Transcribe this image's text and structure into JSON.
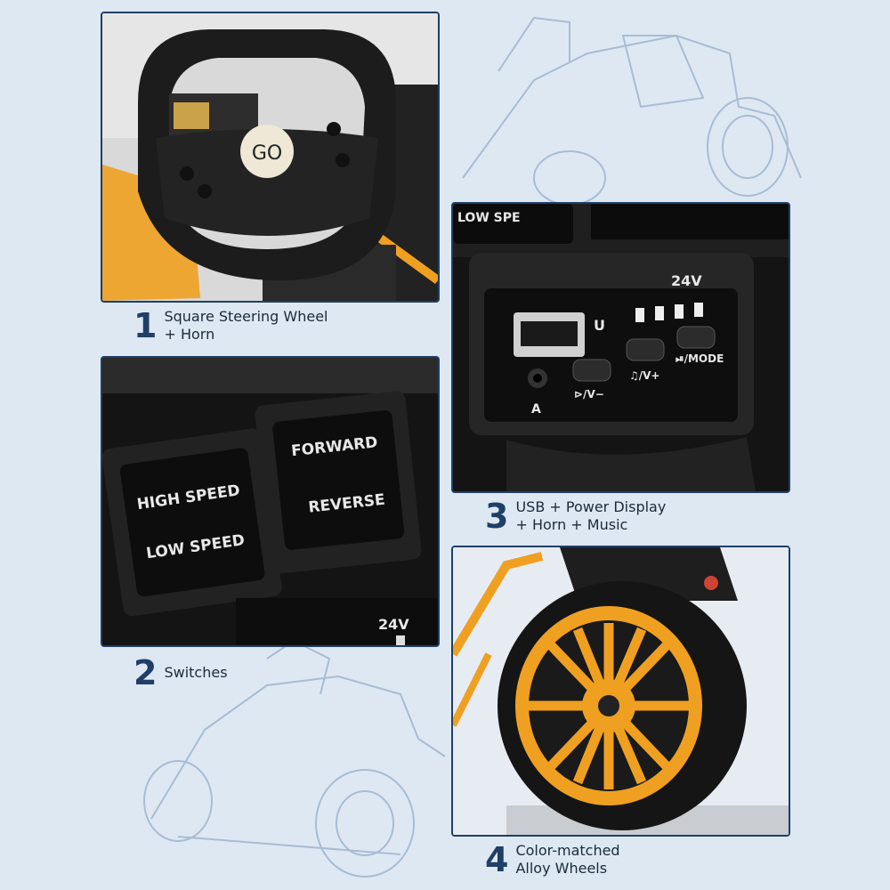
{
  "features": [
    {
      "number": "1",
      "label": "Square Steering Wheel\n+ Horn",
      "detail": {
        "wheel_text": "GO"
      }
    },
    {
      "number": "2",
      "label": "Switches",
      "detail": {
        "switch_left_top": "HIGH SPEED",
        "switch_left_bottom": "LOW SPEED",
        "switch_right_top": "FORWARD",
        "switch_right_bottom": "REVERSE",
        "voltage": "24V"
      }
    },
    {
      "number": "3",
      "label": "USB + Power Display\n+ Horn + Music",
      "detail": {
        "top_switch_text": "LOW SPE",
        "voltage": "24V",
        "usb_label": "U",
        "aux_label": "A",
        "horn_btn": "⊳/V−",
        "music_btn": "♫/V+",
        "mode_btn": "⏯/MODE"
      }
    },
    {
      "number": "4",
      "label": "Color-matched\nAlloy Wheels",
      "detail": {}
    }
  ],
  "colors": {
    "accent": "#f0a020",
    "navy": "#1f3f66",
    "background": "#dde8f3",
    "panel_dark": "#1a1a1a"
  }
}
